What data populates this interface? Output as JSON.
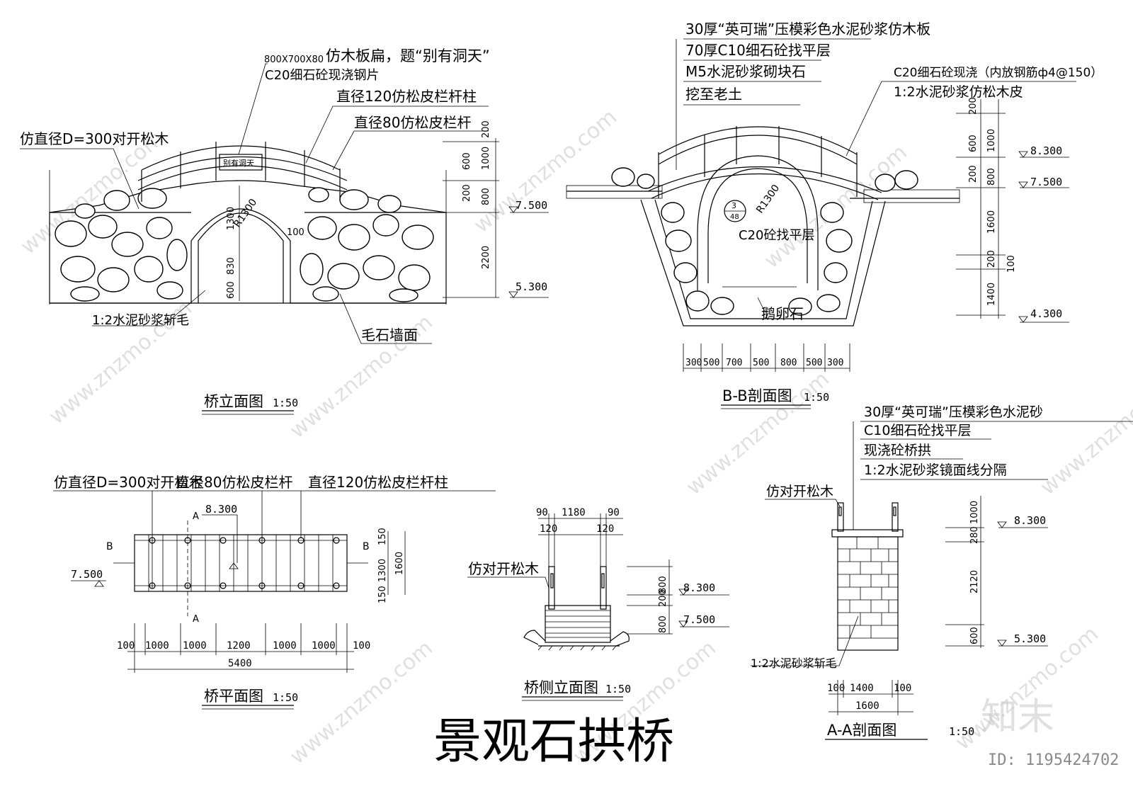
{
  "title": "景观石拱桥",
  "elevation": {
    "title": "桥立面图",
    "scale": "1:50",
    "labels": {
      "plaque_size": "800X700X80",
      "plaque": "仿木板扁，题“别有洞天”",
      "plaque_text": "别有洞天",
      "mesh": "C20细石砼现浇钢片",
      "post": "直径120仿松皮栏杆柱",
      "rail": "直径80仿松皮栏杆",
      "log": "仿直径D=300对开松木",
      "radius": "R1300",
      "gap": "100",
      "mortar": "1:2水泥砂浆斩毛",
      "wall": "毛石墙面"
    },
    "dims_vertical": [
      "1300",
      "830",
      "600"
    ],
    "dims_right": [
      "200",
      "600",
      "1000",
      "200",
      "800",
      "2200"
    ],
    "levels": [
      "7.500",
      "5.300"
    ]
  },
  "section_bb": {
    "title": "B-B剖面图",
    "scale": "1:50",
    "layers": [
      "30厚“英可瑞”压模彩色水泥砂浆仿木板",
      "70厚C10细石砼找平层",
      "M5水泥砂浆砌块石",
      "挖至老土"
    ],
    "right_labels": [
      "C20细石砼现浇（内放钢筋ф4@150）",
      "1:2水泥砂浆仿松木皮"
    ],
    "arch_label": "C20砼找平层",
    "radius": "R1300",
    "detail_mark": [
      "3",
      "48"
    ],
    "pebble": "鹅卵石",
    "dims_right": [
      "200",
      "600",
      "1000",
      "200",
      "800",
      "1600",
      "200",
      "100",
      "1400"
    ],
    "levels": [
      "8.300",
      "7.500",
      "4.300"
    ],
    "dims_bottom": [
      "300",
      "500",
      "700",
      "500",
      "800",
      "500",
      "300"
    ]
  },
  "plan": {
    "title": "桥平面图",
    "scale": "1:50",
    "labels": [
      "仿直径D=300对开松木",
      "直径80仿松皮栏杆",
      "直径120仿松皮栏杆柱"
    ],
    "level_top": "8.300",
    "level_left": "7.500",
    "cut_a": "A",
    "cut_b": "B",
    "dims_right": [
      "150",
      "1300",
      "150",
      "1600"
    ],
    "dims_bottom": [
      "100",
      "1000",
      "1000",
      "1200",
      "1000",
      "1000",
      "100"
    ],
    "total": "5400"
  },
  "side": {
    "title": "桥侧立面图",
    "scale": "1:50",
    "label": "仿对开松木",
    "dims_top": [
      "90",
      "1180",
      "90"
    ],
    "dims_top2": [
      "120",
      "120"
    ],
    "dims_left": [
      "800",
      "200",
      "800"
    ],
    "levels": [
      "8.300",
      "7.500"
    ]
  },
  "section_aa": {
    "title": "A-A剖面图",
    "scale": "1:50",
    "layers": [
      "30厚“英可瑞”压模彩色水泥砂",
      "C10细石砼找平层",
      "现浇砼桥拱",
      "1:2水泥砂浆镜面线分隔"
    ],
    "label_log": "仿对开松木",
    "mortar": "1:2水泥砂浆斩毛",
    "dims_left": [
      "1000",
      "280",
      "2120",
      "600"
    ],
    "levels": [
      "8.300",
      "5.300"
    ],
    "dims_bottom": [
      "100",
      "1400",
      "100"
    ],
    "total": "1600"
  },
  "watermark": {
    "brand": "知末",
    "id": "ID: 1195424702",
    "site": "www.znzmo.com"
  }
}
